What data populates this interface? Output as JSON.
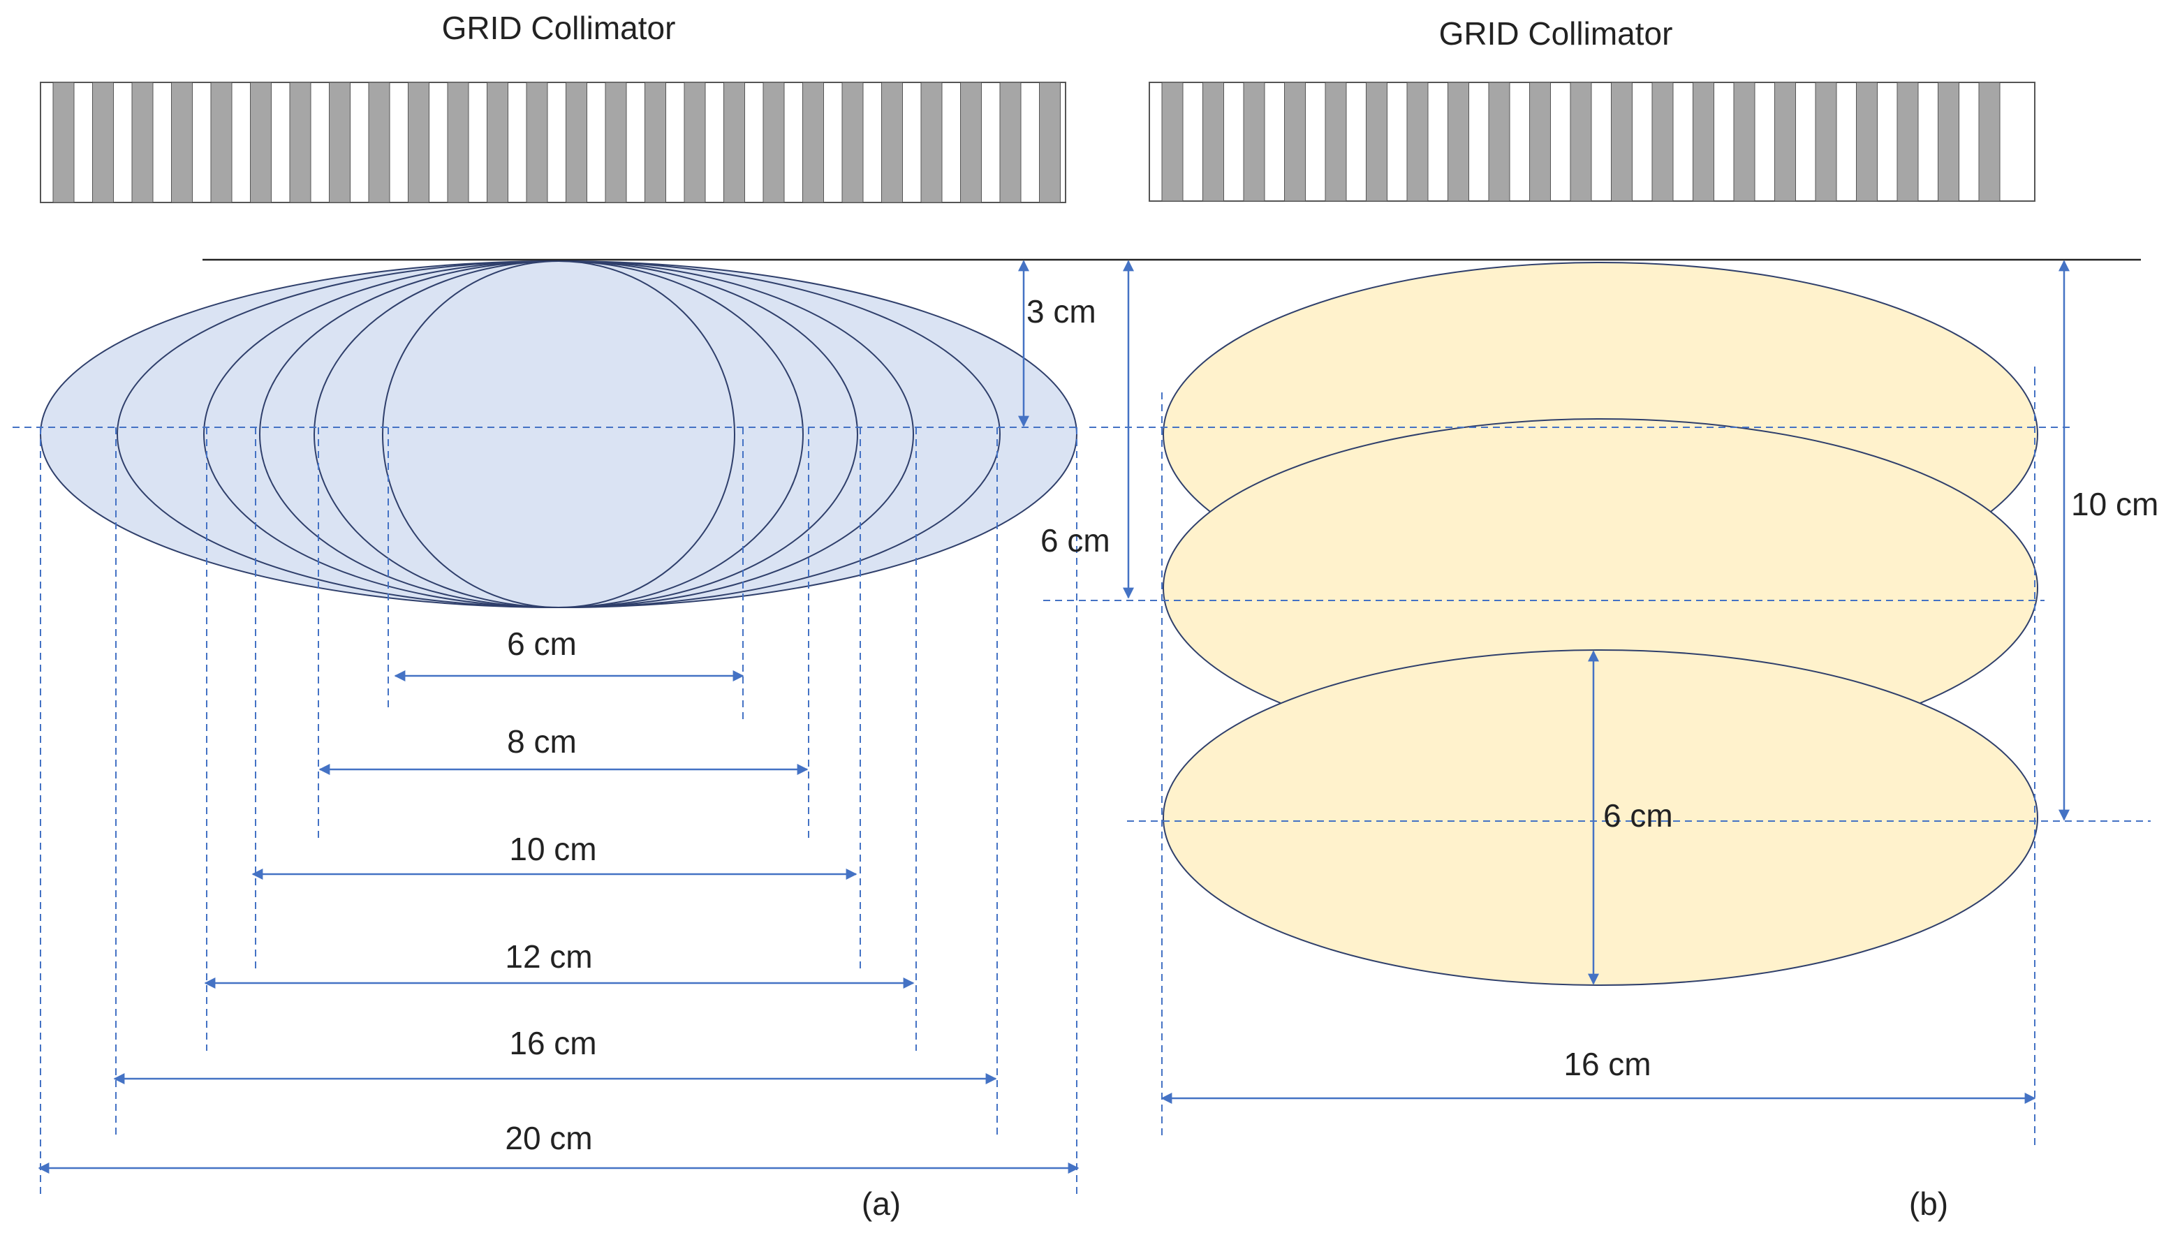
{
  "panel_a": {
    "collimator_title": "GRID Collimator",
    "depth_label": "3 cm",
    "width_labels": [
      "6 cm",
      "8 cm",
      "10 cm",
      "12 cm",
      "16 cm",
      "20 cm"
    ],
    "caption": "(a)"
  },
  "panel_b": {
    "collimator_title": "GRID Collimator",
    "offset_label": "6 cm",
    "span_label": "10 cm",
    "height_label": "6 cm",
    "width_label": "16 cm",
    "caption": "(b)"
  },
  "colors": {
    "phantom_a_fill": "#dae3f3",
    "phantom_b_fill": "#fff2cc",
    "outline": "#2f3f6b",
    "dimension_line": "#4472c4",
    "collimator_bar": "#a6a6a6"
  }
}
